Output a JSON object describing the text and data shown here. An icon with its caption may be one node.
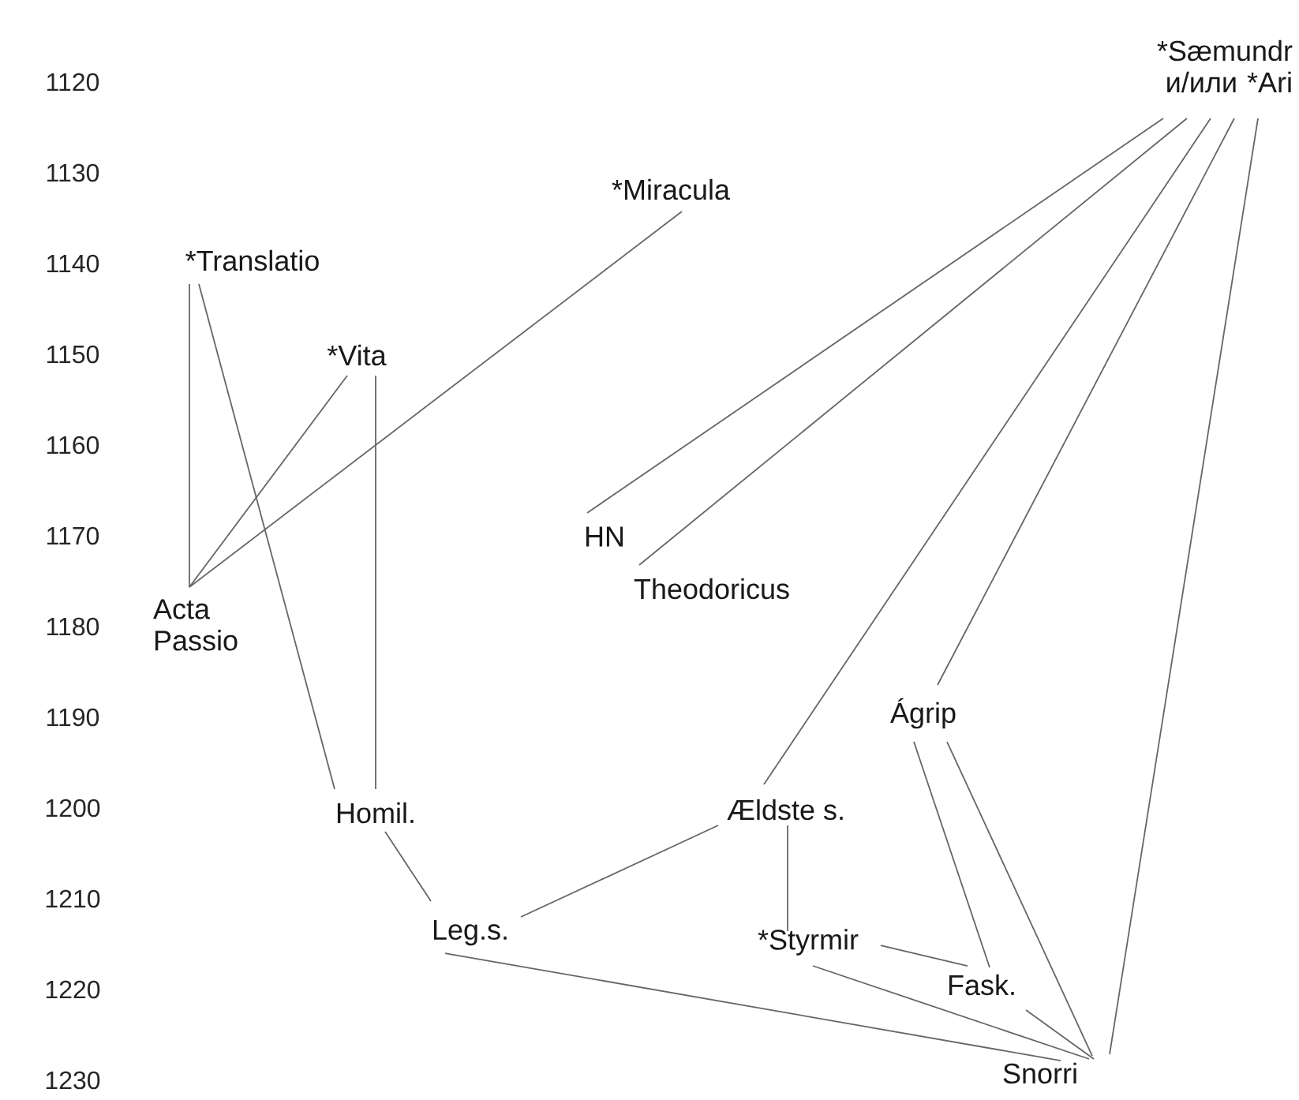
{
  "diagram": {
    "nodes": [
      {
        "text": [
          "*Sæmundr и/или *Ari"
        ]
      },
      {
        "text": [
          "*Miracula"
        ]
      },
      {
        "text": [
          "*Translatio"
        ]
      },
      {
        "text": [
          "*Vita"
        ]
      },
      {
        "text": [
          "HN"
        ]
      },
      {
        "text": [
          "Theodoricus"
        ]
      },
      {
        "text": [
          "Acta Passio"
        ]
      },
      {
        "text": [
          "Ágrip"
        ]
      },
      {
        "text": [
          "Homil."
        ]
      },
      {
        "text": [
          "Ældste s."
        ]
      },
      {
        "text": [
          "Leg.s."
        ]
      },
      {
        "text": [
          "*Styrmir"
        ]
      },
      {
        "text": [
          "Fask."
        ]
      },
      {
        "text": [
          "Snorri"
        ]
      }
    ],
    "edges": [
      {
        "from": 0,
        "to": 4,
        "arrow": "none"
      },
      {
        "from": 0,
        "to": 5,
        "arrow": "none"
      },
      {
        "from": 0,
        "to": 9,
        "arrow": "none"
      },
      {
        "from": 0,
        "to": 7,
        "arrow": "none"
      },
      {
        "from": 0,
        "to": 13,
        "arrow": "none"
      },
      {
        "from": 1,
        "to": 6,
        "arrow": "none"
      },
      {
        "from": 2,
        "to": 6,
        "arrow": "none"
      },
      {
        "from": 2,
        "to": 8,
        "arrow": "none"
      },
      {
        "from": 3,
        "to": 6,
        "arrow": "none"
      },
      {
        "from": 3,
        "to": 8,
        "arrow": "none"
      },
      {
        "from": 8,
        "to": 10,
        "arrow": "none"
      },
      {
        "from": 9,
        "to": 10,
        "arrow": "none"
      },
      {
        "from": 9,
        "to": 11,
        "arrow": "none"
      },
      {
        "from": 7,
        "to": 12,
        "arrow": "none"
      },
      {
        "from": 7,
        "to": 13,
        "arrow": "none"
      },
      {
        "from": 11,
        "to": 12,
        "arrow": "none"
      },
      {
        "from": 11,
        "to": 13,
        "arrow": "none"
      },
      {
        "from": 10,
        "to": 13,
        "arrow": "none"
      },
      {
        "from": 12,
        "to": 13,
        "arrow": "none"
      }
    ],
    "labels": [
      "1120",
      "1130",
      "1140",
      "1150",
      "1160",
      "1170",
      "1180",
      "1190",
      "1200",
      "1210",
      "1220",
      "1230"
    ]
  }
}
